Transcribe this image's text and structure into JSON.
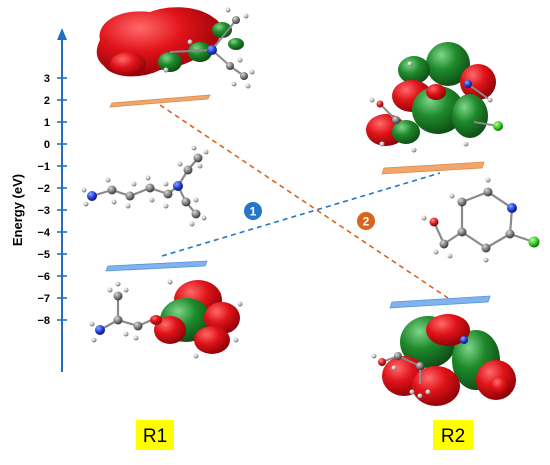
{
  "axis": {
    "label": "Energy (eV)",
    "ticks": [
      "3",
      "2",
      "1",
      "0",
      "−1",
      "−2",
      "−3",
      "−4",
      "−5",
      "−6",
      "−7",
      "−8"
    ],
    "color": "#1f6fc5"
  },
  "markers": {
    "m1": "1",
    "m2": "2"
  },
  "labels": {
    "r1": "R1",
    "r2": "R2"
  },
  "colors": {
    "orbital_red": "#e0141a",
    "orbital_green": "#1f8a2c",
    "homo_plane": "#7fb2ee",
    "lumo_plane": "#f3a66c",
    "marker1": "#2477c6",
    "marker2": "#d9641c",
    "label_bg": "#ffff00"
  }
}
